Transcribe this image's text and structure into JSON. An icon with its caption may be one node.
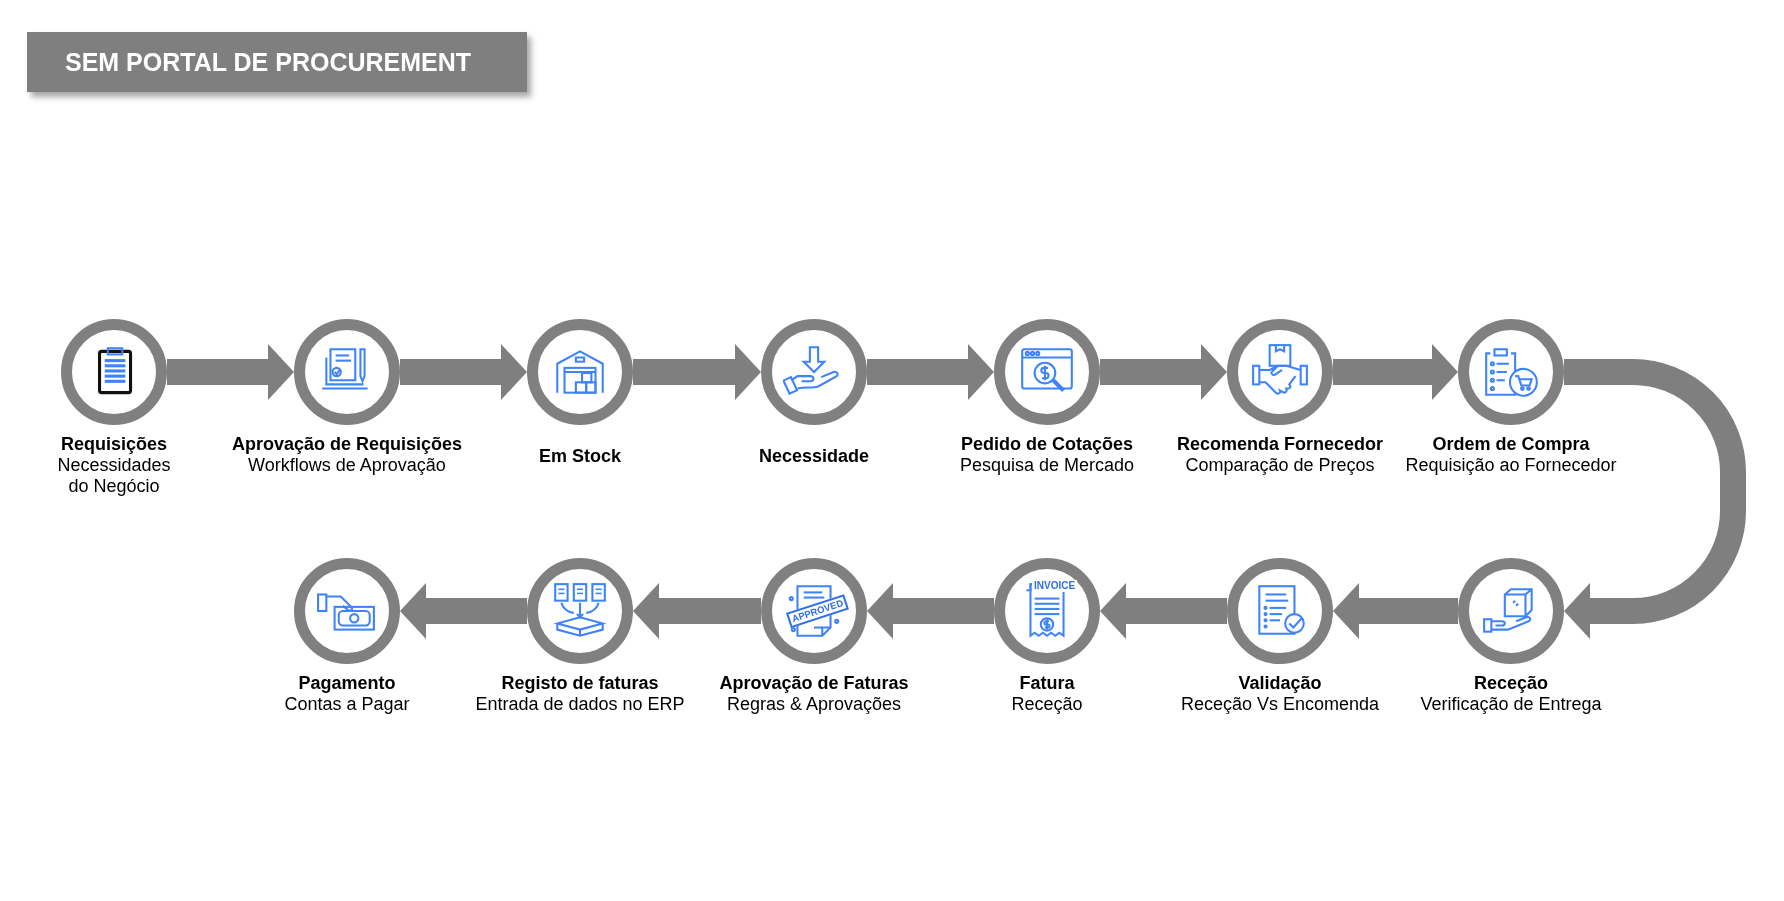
{
  "diagram": {
    "title": "SEM PORTAL DE PROCUREMENT",
    "nodes": [
      {
        "text": [
          "Requisições",
          "Necessidades do Negócio"
        ]
      },
      {
        "text": [
          "Aprovação de Requisições",
          "Workflows de Aprovação"
        ]
      },
      {
        "text": [
          "Em Stock"
        ]
      },
      {
        "text": [
          "Necessidade"
        ]
      },
      {
        "text": [
          "Pedido de Cotações",
          "Pesquisa de Mercado"
        ]
      },
      {
        "text": [
          "Recomenda Fornecedor",
          "Comparação de Preços"
        ]
      },
      {
        "text": [
          "Ordem de Compra",
          "Requisição ao Fornecedor"
        ]
      },
      {
        "text": [
          "Receção",
          "Verificação de Entrega"
        ]
      },
      {
        "text": [
          "Validação",
          "Receção Vs Encomenda"
        ]
      },
      {
        "text": [
          "Fatura",
          "Receção"
        ]
      },
      {
        "text": [
          "Aprovação de Faturas",
          "Regras & Aprovações"
        ]
      },
      {
        "text": [
          "Registo de faturas",
          "Entrada de dados no ERP"
        ]
      },
      {
        "text": [
          "Pagamento",
          "Contas a Pagar"
        ]
      }
    ],
    "edges": [
      {
        "from": 0,
        "to": 1,
        "arrow": "to"
      },
      {
        "from": 1,
        "to": 2,
        "arrow": "to"
      },
      {
        "from": 2,
        "to": 3,
        "arrow": "to"
      },
      {
        "from": 3,
        "to": 4,
        "arrow": "to"
      },
      {
        "from": 4,
        "to": 5,
        "arrow": "to"
      },
      {
        "from": 5,
        "to": 6,
        "arrow": "to"
      },
      {
        "from": 6,
        "to": 7,
        "arrow": "to"
      },
      {
        "from": 7,
        "to": 8,
        "arrow": "to"
      },
      {
        "from": 8,
        "to": 9,
        "arrow": "to"
      },
      {
        "from": 9,
        "to": 10,
        "arrow": "to"
      },
      {
        "from": 10,
        "to": 11,
        "arrow": "to"
      },
      {
        "from": 11,
        "to": 12,
        "arrow": "to"
      }
    ],
    "labels": [
      "INVOICE",
      "APPROVED"
    ]
  }
}
